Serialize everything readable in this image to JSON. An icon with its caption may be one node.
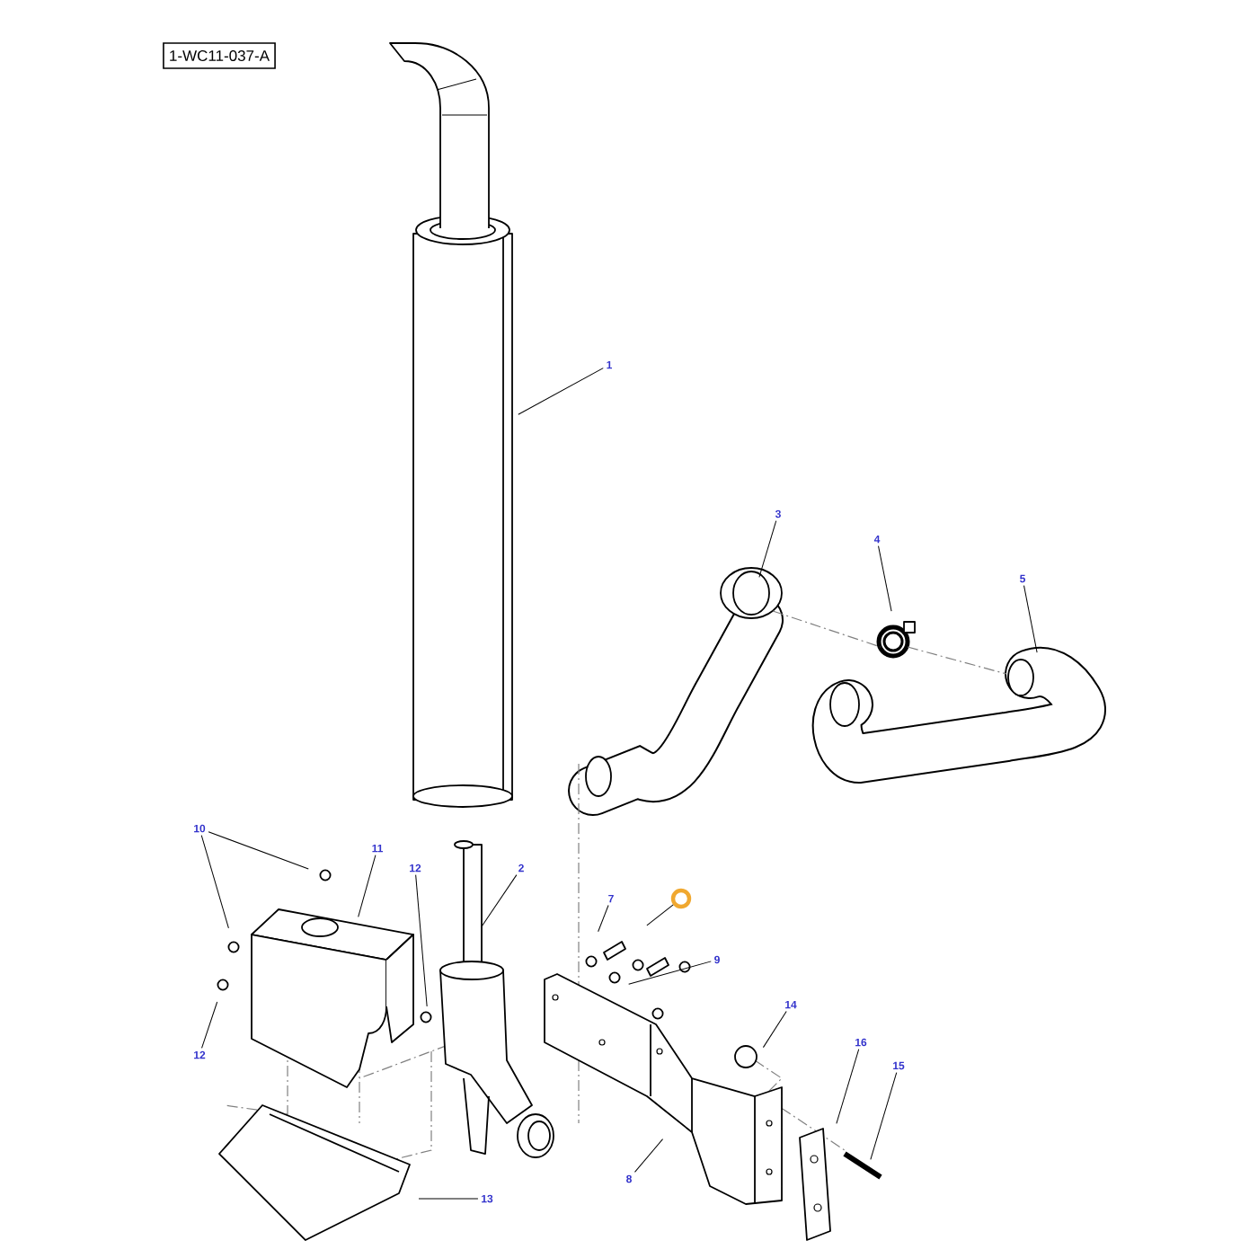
{
  "diagram": {
    "nodes": [
      {
        "text": [
          "1-WC11-037-A"
        ]
      },
      {
        "text": [
          "1"
        ]
      },
      {
        "text": [
          "3"
        ]
      },
      {
        "text": [
          "4"
        ]
      },
      {
        "text": [
          "5"
        ]
      },
      {
        "text": [
          "10"
        ]
      },
      {
        "text": [
          "11"
        ]
      },
      {
        "text": [
          "12"
        ]
      },
      {
        "text": [
          "2"
        ]
      },
      {
        "text": [],
        "shape": "circle"
      },
      {
        "text": [
          "7"
        ]
      },
      {
        "text": [
          "9"
        ]
      },
      {
        "text": [
          "14"
        ]
      },
      {
        "text": [
          "16"
        ]
      },
      {
        "text": [
          "15"
        ]
      },
      {
        "text": [
          "12"
        ]
      },
      {
        "text": [
          "8"
        ]
      },
      {
        "text": [
          "13"
        ]
      }
    ],
    "edges": [
      {
        "from": 1,
        "to": null,
        "arrow": "none"
      },
      {
        "from": 2,
        "to": null,
        "arrow": "none"
      },
      {
        "from": 3,
        "to": null,
        "arrow": "none"
      },
      {
        "from": 4,
        "to": null,
        "arrow": "none"
      },
      {
        "from": 5,
        "to": null,
        "arrow": "none"
      },
      {
        "from": 5,
        "to": null,
        "arrow": "none"
      },
      {
        "from": 6,
        "to": null,
        "arrow": "none"
      },
      {
        "from": 7,
        "to": null,
        "arrow": "none"
      },
      {
        "from": 8,
        "to": null,
        "arrow": "none"
      },
      {
        "from": 9,
        "to": null,
        "arrow": "none"
      },
      {
        "from": 10,
        "to": null,
        "arrow": "none"
      },
      {
        "from": 11,
        "to": null,
        "arrow": "none"
      },
      {
        "from": 12,
        "to": null,
        "arrow": "none"
      },
      {
        "from": 13,
        "to": null,
        "arrow": "none"
      },
      {
        "from": 14,
        "to": null,
        "arrow": "none"
      },
      {
        "from": 15,
        "to": null,
        "arrow": "none"
      },
      {
        "from": 16,
        "to": null,
        "arrow": "none"
      },
      {
        "from": 17,
        "to": null,
        "arrow": "none"
      }
    ]
  }
}
